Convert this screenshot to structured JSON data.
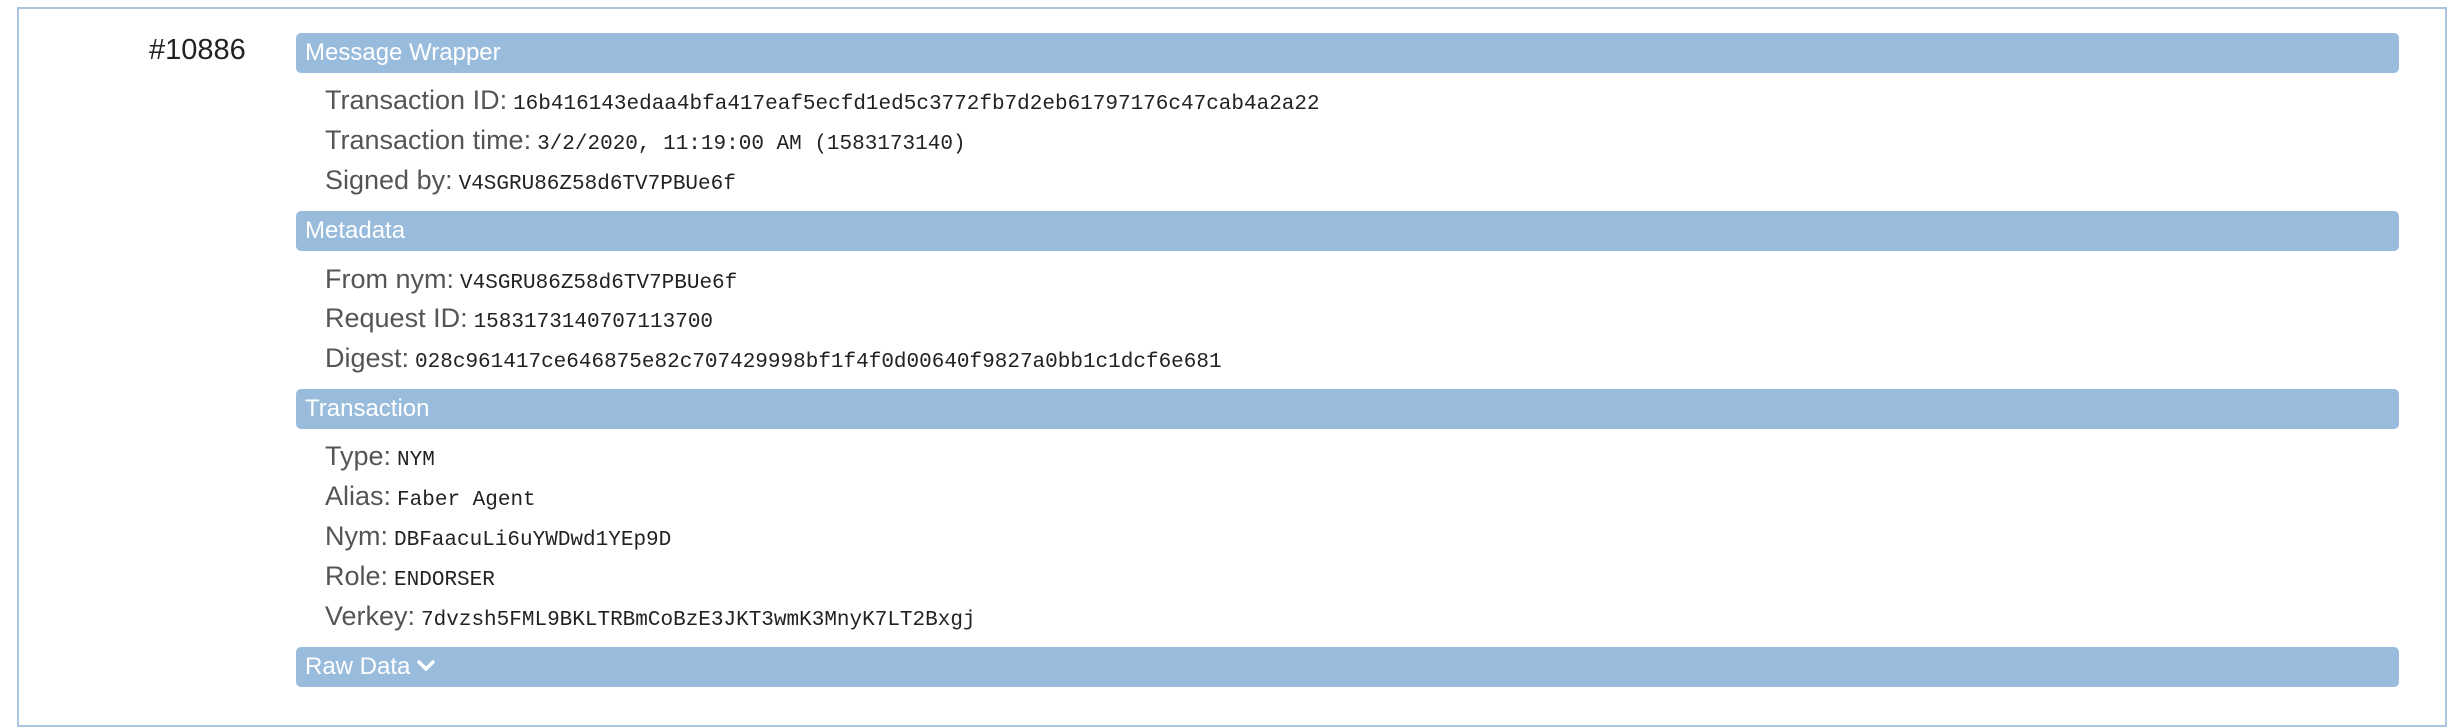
{
  "entry": {
    "seq_no": "#10886"
  },
  "message_wrapper": {
    "title": "Message Wrapper",
    "fields": [
      {
        "label": "Transaction ID:",
        "value": "16b416143edaa4bfa417eaf5ecfd1ed5c3772fb7d2eb61797176c47cab4a2a22"
      },
      {
        "label": "Transaction time:",
        "value": "3/2/2020, 11:19:00 AM (1583173140)"
      },
      {
        "label": "Signed by:",
        "value": "V4SGRU86Z58d6TV7PBUe6f"
      }
    ]
  },
  "metadata": {
    "title": "Metadata",
    "fields": [
      {
        "label": "From nym:",
        "value": "V4SGRU86Z58d6TV7PBUe6f"
      },
      {
        "label": "Request ID:",
        "value": "1583173140707113700"
      },
      {
        "label": "Digest:",
        "value": "028c961417ce646875e82c707429998bf1f4f0d00640f9827a0bb1c1dcf6e681"
      }
    ]
  },
  "transaction": {
    "title": "Transaction",
    "fields": [
      {
        "label": "Type:",
        "value": "NYM"
      },
      {
        "label": "Alias:",
        "value": "Faber Agent"
      },
      {
        "label": "Nym:",
        "value": "DBFaacuLi6uYWDwd1YEp9D"
      },
      {
        "label": "Role:",
        "value": "ENDORSER"
      },
      {
        "label": "Verkey:",
        "value": "7dvzsh5FML9BKLTRBmCoBzE3JKT3wmK3MnyK7LT2Bxgj"
      }
    ]
  },
  "raw_data": {
    "title": "Raw Data",
    "icon": "chevron-down-icon"
  },
  "colors": {
    "section_bar": "#99bbdc",
    "frame_border": "#a8c4e0"
  }
}
